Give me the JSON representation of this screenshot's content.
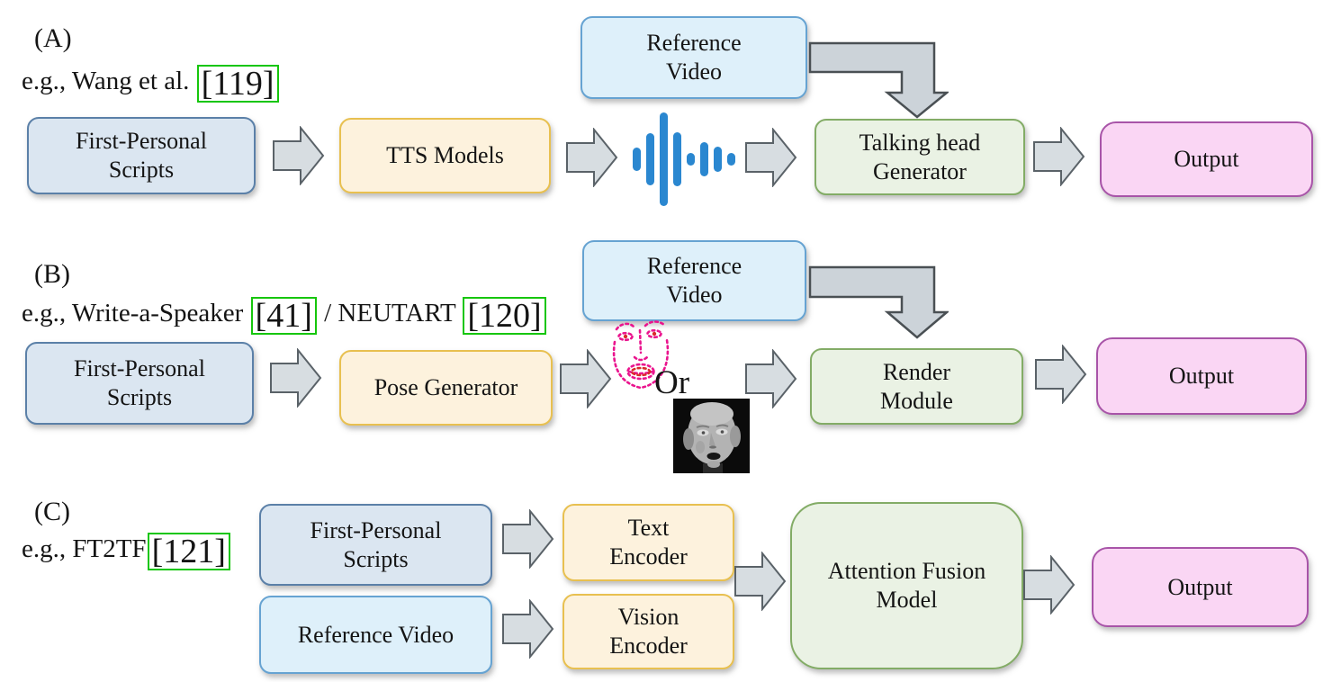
{
  "figure": {
    "rows": {
      "a": {
        "label": "(A)",
        "caption_prefix": "e.g., Wang et al. ",
        "citation_1": "[119]",
        "nodes": {
          "scripts": "First-Personal Scripts",
          "tts": "TTS Models",
          "reference": "Reference Video",
          "generator": "Talking head Generator",
          "output": "Output"
        }
      },
      "b": {
        "label": "(B)",
        "caption_prefix": "e.g., Write-a-Speaker ",
        "citation_1": "[41]",
        "caption_mid": " / NEUTART ",
        "citation_2": "[120]",
        "or_label": "Or",
        "nodes": {
          "scripts": "First-Personal Scripts",
          "pose": "Pose Generator",
          "reference": "Reference Video",
          "render": "Render Module",
          "output": "Output"
        }
      },
      "c": {
        "label": "(C)",
        "caption_prefix": "e.g., FT2TF",
        "citation_1": "[121]",
        "nodes": {
          "scripts": "First-Personal Scripts",
          "reference": "Reference Video",
          "text_encoder": "Text Encoder",
          "vision_encoder": "Vision Encoder",
          "fusion": "Attention Fusion Model",
          "output": "Output"
        }
      }
    },
    "icons": {
      "waveform": {
        "name": "audio-waveform-icon",
        "bar_heights": [
          26,
          58,
          104,
          60,
          14,
          38,
          28,
          14
        ]
      },
      "face_landmarks": "face-landmarks-icon",
      "head_mesh": "3d-head-mesh-image"
    },
    "colors": {
      "scripts_fill": "#dbe6f1",
      "scripts_border": "#5b80a8",
      "reference_fill": "#def0fa",
      "reference_border": "#66a3d2",
      "process_fill": "#fdf2dd",
      "process_border": "#e8c050",
      "generator_fill": "#eaf2e4",
      "generator_border": "#83ac66",
      "output_fill": "#fad6f4",
      "output_border": "#a854a8",
      "arrow_fill": "#d7dde1",
      "arrow_border": "#5a6268",
      "elbow_fill": "#ccd3d9",
      "elbow_border": "#4a5054",
      "waveform_blue": "#2a87d0",
      "citation_green": "#16c60c",
      "landmark_magenta": "#ea148e",
      "text": "#141414"
    }
  }
}
